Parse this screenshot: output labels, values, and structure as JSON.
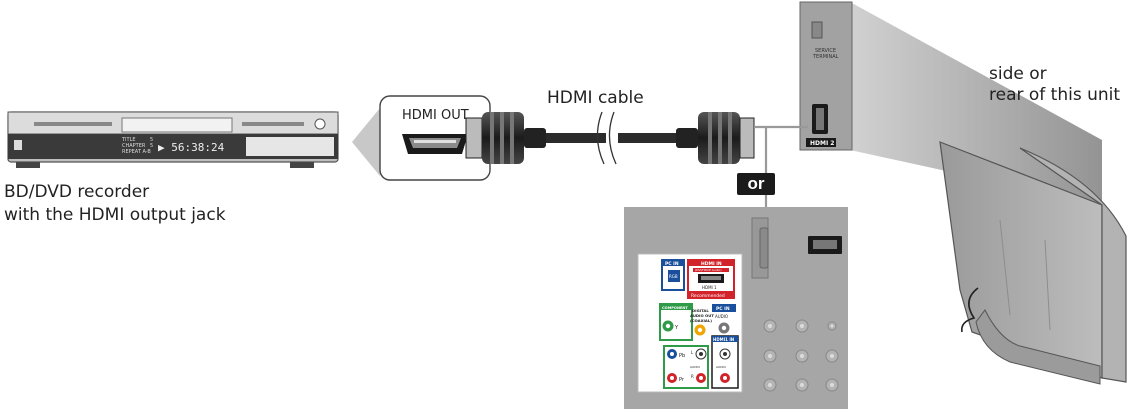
{
  "labels": {
    "dvd_caption_line1": "BD/DVD recorder",
    "dvd_caption_line2": "with the HDMI output jack",
    "hdmi_out": "HDMI OUT",
    "hdmi_cable": "HDMI cable",
    "or": "or",
    "unit_caption_line1": "side or",
    "unit_caption_line2": "rear of this unit"
  },
  "recorder_display": {
    "title": "TITLE",
    "title_value": "5",
    "chapter": "CHAPTER",
    "chapter_value": "5",
    "repeat": "REPEAT A-B",
    "time": "▶  56:38:24"
  },
  "side_panel": {
    "service": "SERVICE",
    "terminal": "TERMINAL",
    "hdmi_port": "HDMI 2"
  },
  "rear_panel": {
    "pc_in": "PC IN",
    "rgb": "RGB",
    "hdmi_in": "HDMI IN",
    "hdmi_in_sub": "(DVI/HDCP Audio)",
    "hdmi1": "HDMI 1",
    "recommended": "Recommended",
    "component": "COMPONENT",
    "digital_audio_1": "DIGITAL",
    "digital_audio_2": "AUDIO OUT",
    "digital_audio_3": "(COAXIAL)",
    "pc_in_audio": "PC IN",
    "audio": "AUDIO",
    "hdmi1_in": "HDMI1 IN",
    "y": "Y",
    "pb": "Pb",
    "pr": "Pr",
    "l": "L",
    "r": "R",
    "audio_small": "AUDIO"
  },
  "colors": {
    "panel_gray": "#a6a6a6",
    "port_dark": "#1a1a1a",
    "hdmi_red": "#d2232a",
    "pc_blue": "#1a4f9c",
    "component_green": "#2f9b48",
    "cable_gray": "#8c8c8c"
  }
}
